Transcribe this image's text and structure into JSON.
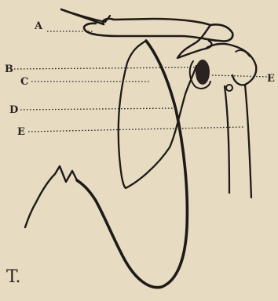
{
  "labels": {
    "a": "A",
    "b": "B",
    "c": "C",
    "d": "D",
    "e_left": "E",
    "e_right": "E",
    "figure": "T."
  }
}
